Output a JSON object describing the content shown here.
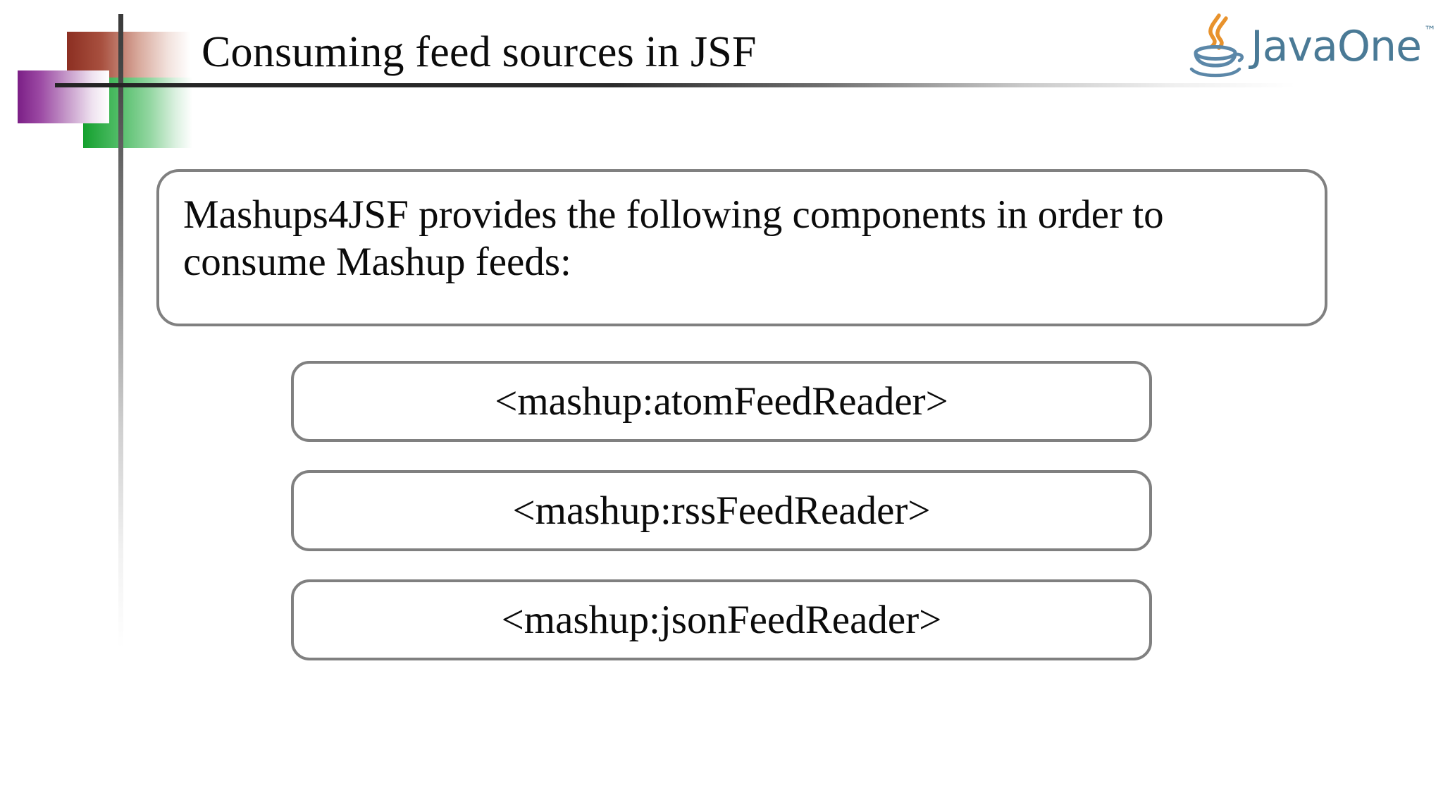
{
  "slide": {
    "title": "Consuming feed sources in JSF",
    "intro_text": "Mashups4JSF provides the following components in order to consume Mashup feeds:",
    "components": [
      {
        "label": "<mashup:atomFeedReader>"
      },
      {
        "label": "<mashup:rssFeedReader>"
      },
      {
        "label": "<mashup:jsonFeedReader>"
      }
    ]
  },
  "logo": {
    "word": "JavaOne",
    "trademark": "™",
    "icon": "java-coffee-cup-icon",
    "steam_color": "#e8922c",
    "cup_color": "#5b87a8",
    "text_color": "#4a7a96"
  },
  "decor": {
    "red_swatch_color": "#8c2f22",
    "green_swatch_color": "#14a02e",
    "purple_swatch_color": "#7b1f86",
    "rule_color": "#242424",
    "box_border_color": "#808080"
  },
  "colors": {
    "background": "#ffffff",
    "text": "#0b0b0b"
  }
}
